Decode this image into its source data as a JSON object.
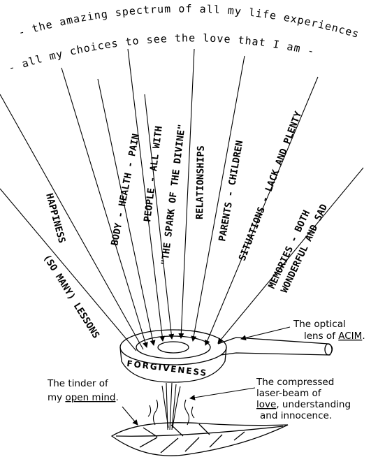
{
  "arc_lines": {
    "outer": "- the amazing spectrum of all my life experiences -",
    "inner": "- all my choices to see the love that I am -"
  },
  "ray_labels": [
    {
      "id": "lessons",
      "text": "(SO MANY) LESSONS"
    },
    {
      "id": "happiness",
      "text": "HAPPINESS"
    },
    {
      "id": "body",
      "text": "BODY - HEALTH - PAIN"
    },
    {
      "id": "people_1",
      "text": "PEOPLE - ALL WITH"
    },
    {
      "id": "people_2",
      "text": "\"THE SPARK OF THE DIVINE\""
    },
    {
      "id": "relationships",
      "text": "RELATIONSHIPS"
    },
    {
      "id": "parents",
      "text": "PARENTS - CHILDREN"
    },
    {
      "id": "situations",
      "text": "SITUATIONS - LACK AND PLENTY"
    },
    {
      "id": "memories_1",
      "text": "MEMORIES - BOTH"
    },
    {
      "id": "memories_2",
      "text": "WONDERFUL AND SAD"
    }
  ],
  "lens": {
    "label": "FORGIVENESS"
  },
  "callouts": {
    "lens": {
      "line1": "The optical",
      "line2_pre": "lens of ",
      "line2_link": "ACIM",
      "line2_post": "."
    },
    "tinder": {
      "line1": "The tinder of",
      "line2_pre": "my ",
      "line2_link": "open mind",
      "line2_post": "."
    },
    "beam": {
      "line1": "The compressed",
      "line2": "laser-beam of",
      "line3_link": "love",
      "line3_post": ", understanding",
      "line4": "and innocence."
    }
  }
}
